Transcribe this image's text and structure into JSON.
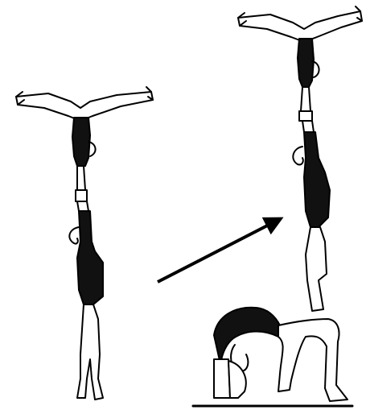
{
  "figure": {
    "panels": [
      "two-person-handstand",
      "bridge-with-two-person-handstand"
    ],
    "colors": {
      "ink": "#000000",
      "paper": "#ffffff",
      "leotard": "#111111"
    },
    "arrow_direction": "up-right"
  }
}
